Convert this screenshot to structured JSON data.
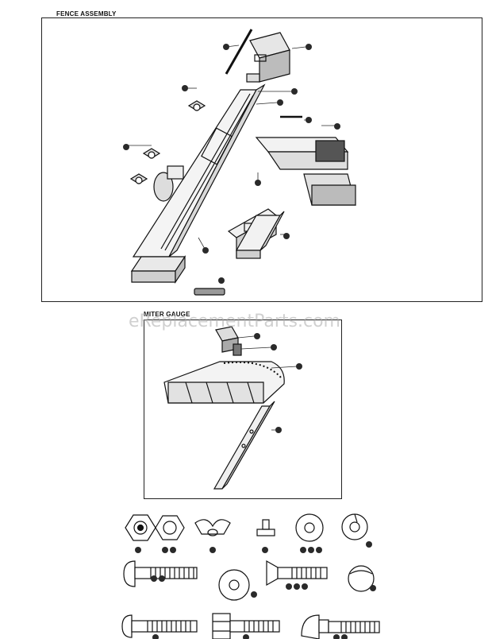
{
  "fence_assembly": {
    "title": "FENCE ASSEMBLY"
  },
  "miter_gauge": {
    "title": "MITER GAUGE"
  },
  "watermark": {
    "text": "eReplacementParts.com"
  },
  "colors": {
    "ink": "#111111",
    "callout": "#2a2a2a",
    "panel_border": "#222222"
  }
}
